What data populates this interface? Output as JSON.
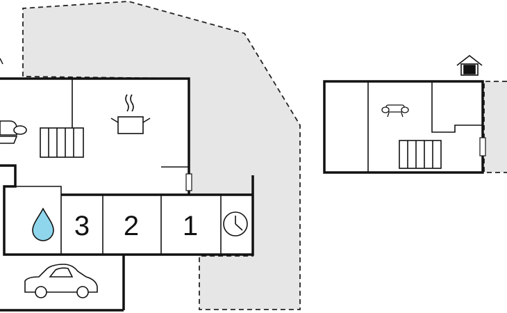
{
  "colors": {
    "wall": "#111111",
    "terrace": "#e6e6e6",
    "terrace_border": "#222222",
    "water": "#8fd6ec",
    "background": "#ffffff"
  },
  "rooms": {
    "bedroom_3": {
      "number": "3"
    },
    "bedroom_2": {
      "number": "2"
    },
    "bedroom_1": {
      "number": "1"
    }
  },
  "icons": [
    "sofa-icon",
    "radiator-icon",
    "cooking-pot-icon",
    "water-drop-icon",
    "clock-icon",
    "car-icon",
    "house-icon"
  ]
}
